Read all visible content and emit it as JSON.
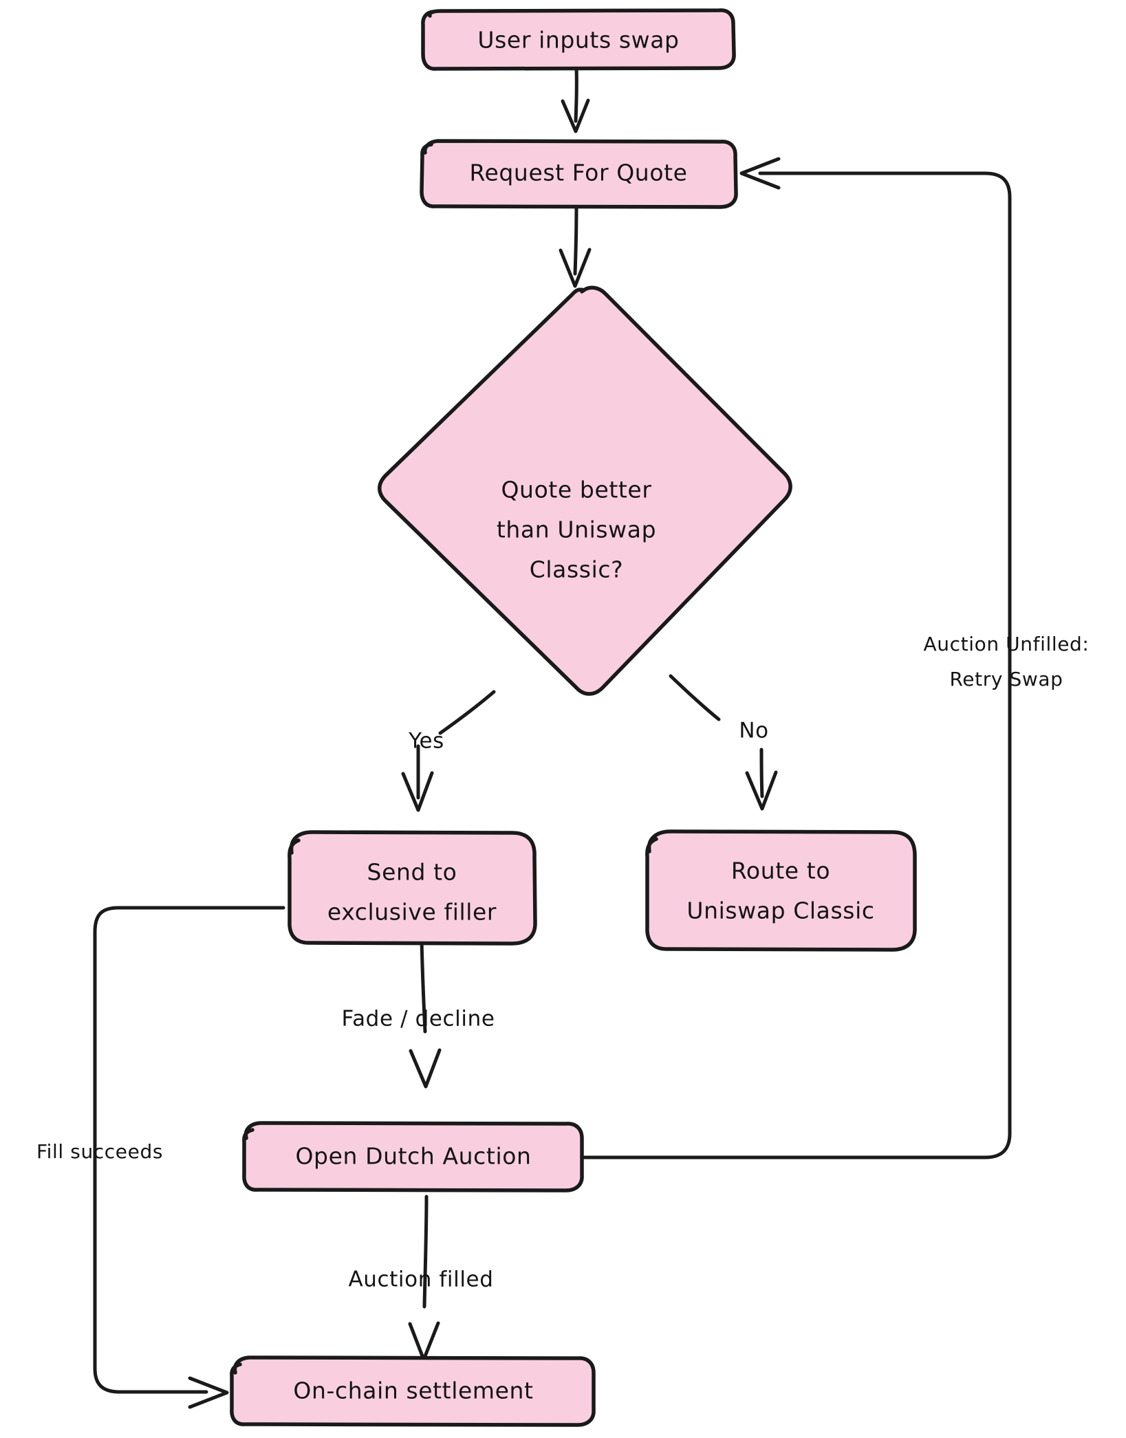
{
  "diagram": {
    "title": "UniswapX swap routing flow",
    "background_color": "#ffffff",
    "node_fill_color": "#f9cfe0",
    "stroke_color": "#1a1a1a",
    "text_color": "#141414",
    "style": "hand-drawn",
    "nodes": [
      {
        "id": "user-input",
        "shape": "rounded-rect",
        "label": "User inputs swap",
        "lines": [
          "User inputs swap"
        ]
      },
      {
        "id": "rfq",
        "shape": "rounded-rect",
        "label": "Request For Quote",
        "lines": [
          "Request For Quote"
        ]
      },
      {
        "id": "decision",
        "shape": "diamond",
        "label": "Quote better than Uniswap Classic?",
        "lines": [
          "Quote better",
          "than Uniswap",
          "Classic?"
        ]
      },
      {
        "id": "exclusive-filler",
        "shape": "rounded-rect",
        "label": "Send to exclusive filler",
        "lines": [
          "Send to",
          "exclusive filler"
        ]
      },
      {
        "id": "uniswap-classic",
        "shape": "rounded-rect",
        "label": "Route to Uniswap Classic",
        "lines": [
          "Route to",
          "Uniswap Classic"
        ]
      },
      {
        "id": "dutch-auction",
        "shape": "rounded-rect",
        "label": "Open Dutch Auction",
        "lines": [
          "Open Dutch Auction"
        ]
      },
      {
        "id": "settlement",
        "shape": "rounded-rect",
        "label": "On-chain settlement",
        "lines": [
          "On-chain settlement"
        ]
      }
    ],
    "edges": [
      {
        "id": "e1",
        "from": "user-input",
        "to": "rfq",
        "label": ""
      },
      {
        "id": "e2",
        "from": "rfq",
        "to": "decision",
        "label": ""
      },
      {
        "id": "e3",
        "from": "decision",
        "to": "exclusive-filler",
        "label": "Yes"
      },
      {
        "id": "e4",
        "from": "decision",
        "to": "uniswap-classic",
        "label": "No"
      },
      {
        "id": "e5",
        "from": "exclusive-filler",
        "to": "dutch-auction",
        "label": "Fade / decline"
      },
      {
        "id": "e6",
        "from": "dutch-auction",
        "to": "settlement",
        "label": "Auction filled"
      },
      {
        "id": "e7",
        "from": "exclusive-filler",
        "to": "settlement",
        "label": "Fill succeeds"
      },
      {
        "id": "e8",
        "from": "dutch-auction",
        "to": "rfq",
        "label": "Auction Unfilled: Retry Swap",
        "label_lines": [
          "Auction Unfilled:",
          "Retry Swap"
        ]
      }
    ]
  }
}
